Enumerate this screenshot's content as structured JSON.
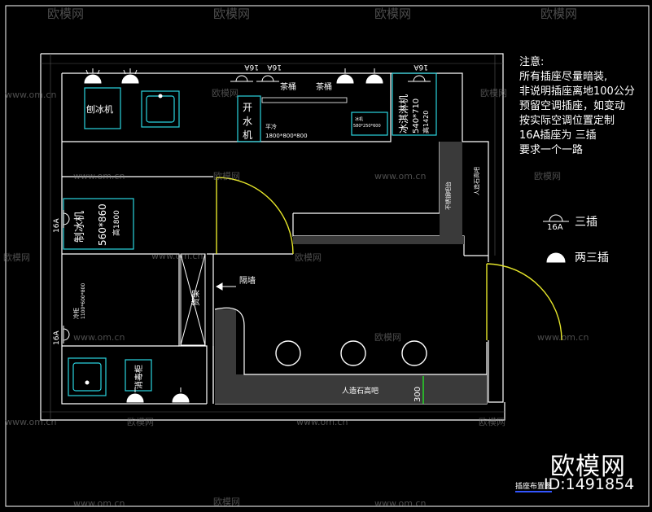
{
  "labels": {
    "ice_machine": "刨冰机",
    "boiler": "开水机",
    "flat_cooler": "平冷",
    "flat_cooler_size": "1800*800*800",
    "small_box": "冰机",
    "small_box_size": "580*250*600",
    "tea_bucket_1": "茶桶",
    "tea_bucket_2": "茶桶",
    "ice_cream": "冰淇淋机",
    "ice_cream_size": "540*710",
    "ice_cream_h": "高1420",
    "socket_top_1": "16A",
    "socket_top_2": "16A",
    "socket_top_3": "16A",
    "maker": "制冰机",
    "maker_size": "560*860",
    "maker_h": "高1800",
    "socket_left": "16A",
    "fridge": "冷柜",
    "fridge_size": "1100*600*800",
    "socket_left2": "16A",
    "shelf": "货架",
    "partition": "隔墙",
    "steel_bench": "不锈钢吧台",
    "stone_bar": "人造石高吧",
    "stone_bar_bottom": "人造石高吧",
    "dim_300": "300",
    "disinfect": "消毒柜"
  },
  "notes": {
    "title": "注意:",
    "lines": [
      "所有插座尽量暗装,",
      "非说明插座离地100公分",
      "预留空调插座，如变动",
      "按实际空调位置定制",
      "16A插座为 三插",
      "要求一个一路"
    ]
  },
  "legend": {
    "three": "三插",
    "three_tag": "16A",
    "two": "两三插"
  },
  "brand": {
    "name": "欧模网",
    "id": "ID:1491854"
  },
  "caption": "插座布置图",
  "watermark": {
    "site": "www.om.cn",
    "logo": "欧模网"
  },
  "colors": {
    "cyan": "#2ad4e0",
    "door": "#e6e62a",
    "wall": "#ffffff"
  }
}
